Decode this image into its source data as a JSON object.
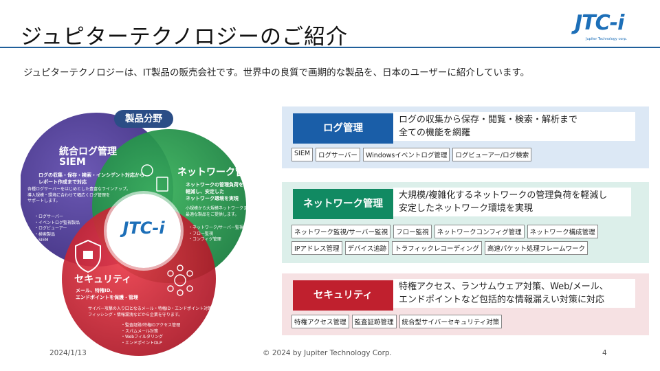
{
  "title": "ジュピターテクノロジーのご紹介",
  "intro": "ジュピターテクノロジーは、IT製品の販売会社です。世界中の良質で画期的な製品を、日本のユーザーに紹介しています。",
  "logo": {
    "text": "JTC-i",
    "subtext": "Jupiter Technology corp."
  },
  "diagram": {
    "badge": "製品分野",
    "center_logo": "JTC-i",
    "log": {
      "heading": [
        "統合ログ管理",
        "SIEM"
      ],
      "lead": [
        "ログの収集・保存・検索・インシデント対応から",
        "レポート作成まで対応"
      ],
      "body": [
        "各種ログサーバーをはじめとした豊富なラインナップ。",
        "導入規模・環境に合わせて幅広くログ管理を",
        "サポートします。"
      ],
      "items": [
        "・ログサーバー",
        "・イベントログ監視製品",
        "・ログビューアー",
        "・検索製品",
        "・SIEM"
      ]
    },
    "network": {
      "heading": "ネットワーク管理",
      "lead": [
        "ネットワークの管理負荷を",
        "軽減し、安定した",
        "ネットワーク環境を実現"
      ],
      "body": [
        "小規模から大規模ネットワークまで",
        "最適な製品をご提供します。"
      ],
      "items": [
        "・ネットワーク/サーバー監視",
        "・フロー監視",
        "・コンフィグ管理"
      ]
    },
    "security": {
      "heading": "セキュリティ",
      "lead": [
        "メール、特権ID、",
        "エンドポイントを保護・管理"
      ],
      "body": [
        "サイバー攻撃の入り口となるメール・特権ID・エンドポイント対策、",
        "フィッシング・情報漏洩などから企業を守ります。"
      ],
      "items": [
        "・監査証跡/特権IDアクセス管理",
        "・スパムメール対策",
        "・Webフィルタリング",
        "・エンドポイントDLP"
      ]
    }
  },
  "panels": [
    {
      "heading": "ログ管理",
      "desc": [
        "ログの収集から保存・閲覧・検索・解析まで",
        "全ての機能を網羅"
      ],
      "tags": [
        "SIEM",
        "ログサーバー",
        "Windowsイベントログ管理",
        "ログビューアー/ログ検索"
      ]
    },
    {
      "heading": "ネットワーク管理",
      "desc": [
        "大規模/複雑化するネットワークの管理負荷を軽減し",
        "安定したネットワーク環境を実現"
      ],
      "tags": [
        "ネットワーク監視/サーバー監視",
        "フロー監視",
        "ネットワークコンフィグ管理",
        "ネットワーク構成管理",
        "IPアドレス管理",
        "デバイス追跡",
        "トラフィックレコーディング",
        "高速パケット処理フレームワーク"
      ]
    },
    {
      "heading": "セキュリティ",
      "desc": [
        "特権アクセス、ランサムウェア対策、Web/メール、",
        "エンドポイントなど包括的な情報漏えい対策に対応"
      ],
      "tags": [
        "特権アクセス管理",
        "監査証跡管理",
        "統合型サイバーセキュリティ対策"
      ]
    }
  ],
  "colors": {
    "accent_rule": "#1f5f9a",
    "log_circle": "#4a3590",
    "network_circle": "#1f9a4a",
    "security_circle": "#cc1f2e",
    "log_head": "#1a5ea8",
    "network_head": "#118a62",
    "security_head": "#c0202e",
    "log_panel_bg": "#dce8f5",
    "network_panel_bg": "#dcefea",
    "security_panel_bg": "#f6e1e3"
  },
  "footer": {
    "date": "2024/1/13",
    "copyright": "© 2024 by Jupiter Technology Corp.",
    "page": "4"
  }
}
